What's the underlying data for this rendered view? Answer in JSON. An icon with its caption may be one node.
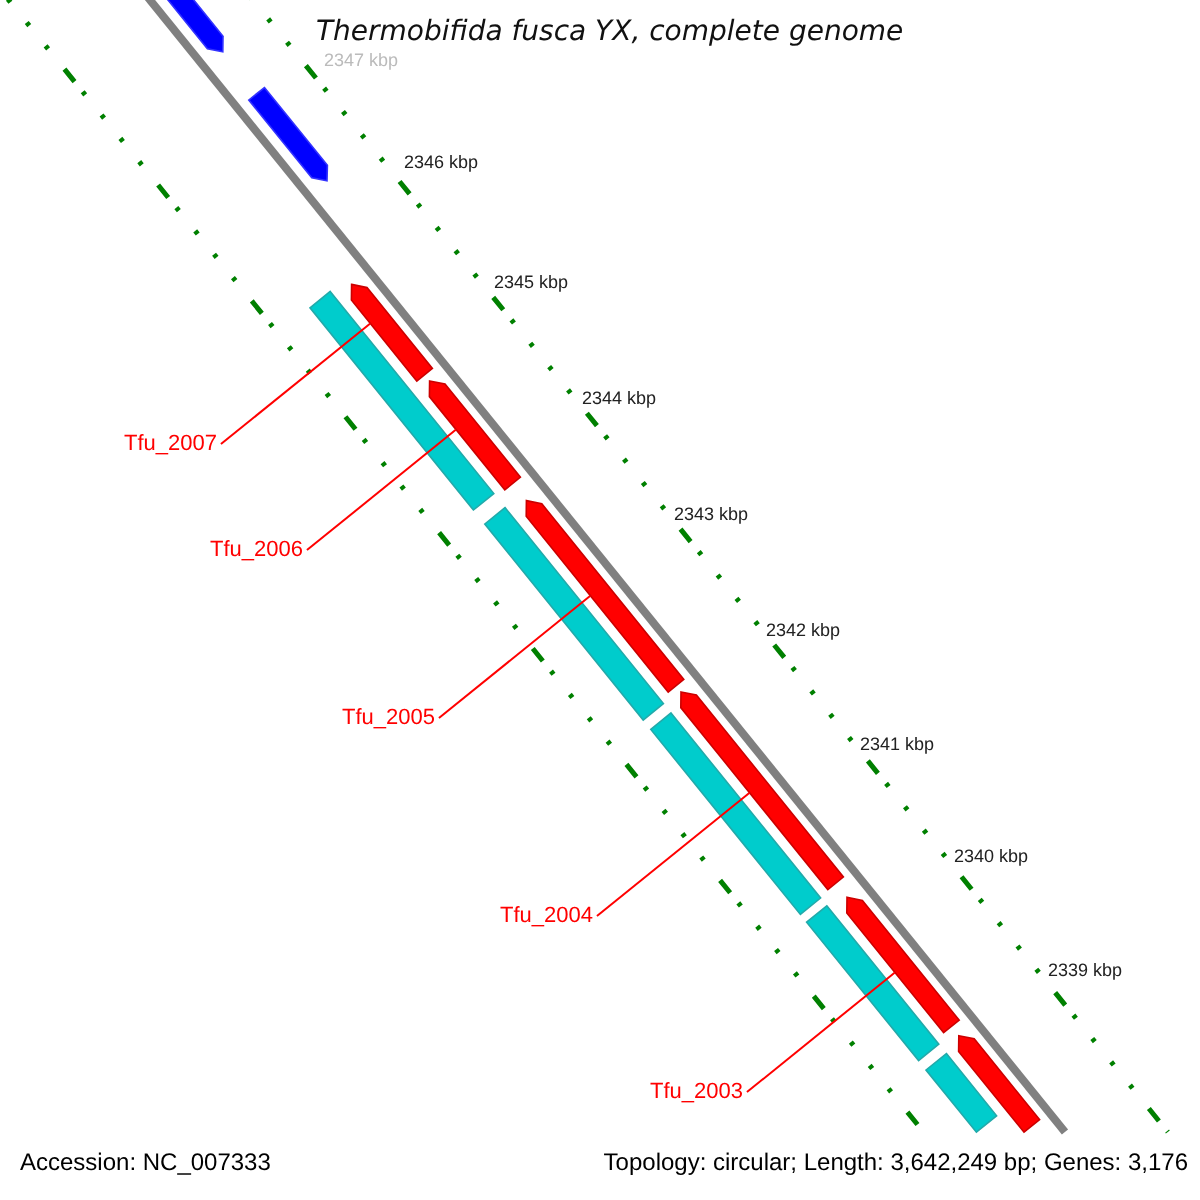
{
  "diagram": {
    "title": "Thermobifida fusca YX, complete genome",
    "nodes": [
      {
        "text": [
          "Tfu_2007"
        ]
      },
      {
        "text": [
          "Tfu_2006"
        ]
      },
      {
        "text": [
          "Tfu_2005"
        ]
      },
      {
        "text": [
          "Tfu_2004"
        ]
      },
      {
        "text": [
          "Tfu_2003"
        ]
      },
      {
        "text": [],
        "shape": "bar"
      },
      {
        "text": [],
        "shape": "bar"
      },
      {
        "text": [],
        "shape": "bar"
      },
      {
        "text": [],
        "shape": "bar"
      },
      {
        "text": [],
        "shape": "bar"
      },
      {
        "text": [],
        "shape": "bar"
      },
      {
        "text": [],
        "shape": "bar"
      },
      {
        "text": [],
        "shape": "bar"
      },
      {
        "text": [],
        "shape": "bar"
      },
      {
        "text": [],
        "shape": "bar"
      },
      {
        "text": [],
        "shape": "bar"
      },
      {
        "text": [],
        "shape": "bar"
      },
      {
        "text": [],
        "shape": "bar"
      }
    ],
    "edges": [
      {
        "from": 0,
        "to": 5,
        "arrow": "none"
      },
      {
        "from": 1,
        "to": 6,
        "arrow": "none"
      },
      {
        "from": 2,
        "to": 7,
        "arrow": "none"
      },
      {
        "from": 3,
        "to": 8,
        "arrow": "none"
      },
      {
        "from": 4,
        "to": 9,
        "arrow": "none"
      }
    ],
    "labels": [
      "2347 kbp",
      "2346 kbp",
      "2345 kbp",
      "2344 kbp",
      "2343 kbp",
      "2342 kbp",
      "2341 kbp",
      "2340 kbp",
      "2339 kbp",
      "Accession: NC_007333",
      "Topology: circular; Length: 3,642,249 bp; Genes: 3,176"
    ]
  }
}
